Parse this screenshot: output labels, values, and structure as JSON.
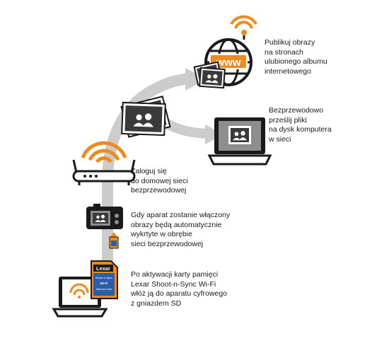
{
  "colors": {
    "orange": "#f08a1e",
    "arrow_gray": "#cccccc",
    "device_dark": "#1a1a1a",
    "screen_gray": "#8e8e8e",
    "photo_dark": "#3a3a3a",
    "card_blue": "#2b5ea7"
  },
  "steps": {
    "publish": {
      "text": "Publikuj obrazy\nna stronach\nulubionego albumu\ninternetowego",
      "icon": "globe-www-icon"
    },
    "transfer": {
      "text": "Bezprzewodowo\nprześlij pliki\nna dysk komputera\nw sieci",
      "icon": "laptop-icon"
    },
    "login": {
      "text": "Zaloguj się\ndo domowej sieci\nbezprzewodowej",
      "icon": "wireless-router-icon"
    },
    "camera": {
      "text": "Gdy aparat zostanie włączony\nobrazy będą automatycznie\nwykrtyte w obrębie\nsieci bezprzewodowej",
      "icon": "camera-icon"
    },
    "card": {
      "text": "Po aktywacji karty pamięci\nLexar Shoot-n-Sync Wi-Fi\nwłóż ją do aparatu cyfrowego\nz gniazdem SD",
      "icon": "sd-card-icon"
    }
  },
  "icons": {
    "globe_text": "www",
    "card_brand": "Lexar",
    "card_line1": "Shoot-n-Sync",
    "card_line2": "Wi-Fi",
    "card_line3": "Memory Card"
  }
}
